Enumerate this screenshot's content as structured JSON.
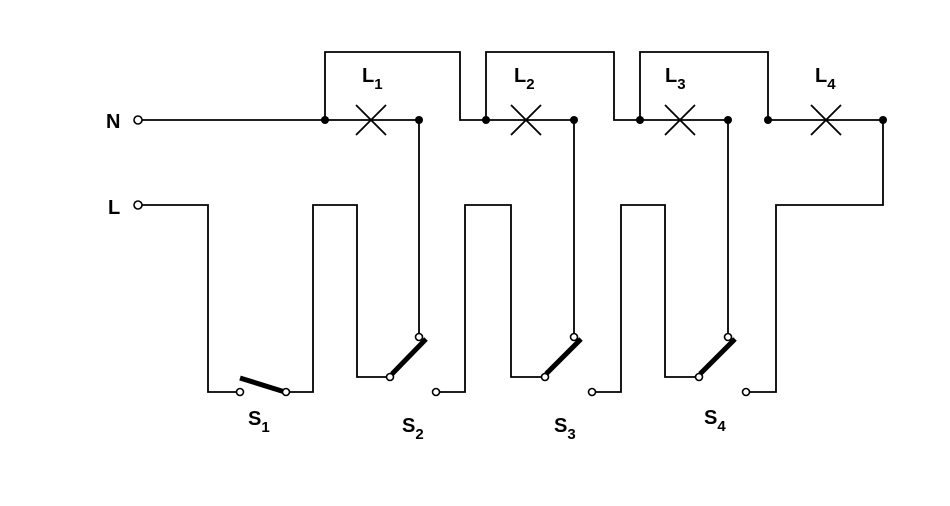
{
  "terminals": {
    "neutral": "N",
    "live": "L"
  },
  "lamps": [
    {
      "letter": "L",
      "index": "1"
    },
    {
      "letter": "L",
      "index": "2"
    },
    {
      "letter": "L",
      "index": "3"
    },
    {
      "letter": "L",
      "index": "4"
    }
  ],
  "switches": [
    {
      "letter": "S",
      "index": "1"
    },
    {
      "letter": "S",
      "index": "2"
    },
    {
      "letter": "S",
      "index": "3"
    },
    {
      "letter": "S",
      "index": "4"
    }
  ],
  "colors": {
    "line": "#000000",
    "background": "#ffffff"
  }
}
